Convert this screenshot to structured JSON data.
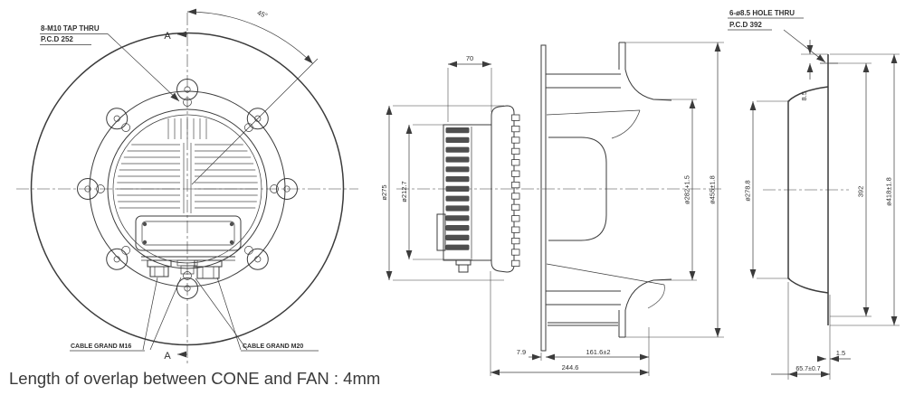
{
  "caption": "Length of overlap between CONE and FAN : 4mm",
  "colors": {
    "line": "#3b3b3b",
    "text": "#2f2f2f",
    "background": "#ffffff"
  },
  "front_view": {
    "tap_label_line1": "8-M10 TAP THRU",
    "tap_label_line2": "P.C.D 252",
    "angle_dim": "45°",
    "section_marker_top": "A",
    "section_marker_bottom": "A",
    "gland_label_left": "CABLE GRAND M16",
    "gland_label_right": "CABLE GRAND M20"
  },
  "side_view": {
    "dim_width_70": "70",
    "dim_dia_275": "ø275",
    "dim_dia_212_7": "ø212.7",
    "dim_dia_282": "ø282+1.5",
    "dim_dia_455": "ø455±1.8",
    "dim_7_9": "7.9",
    "dim_161_6": "161.6±2",
    "dim_244_6": "244.6"
  },
  "cone_view": {
    "hole_label_line1": "6-ø8.5 HOLE THRU",
    "hole_label_line2": "P.C.D 392",
    "dim_8_5": "8.5",
    "dim_dia_278_8": "ø278.8",
    "dim_392": "392",
    "dim_dia_418": "ø418±1.8",
    "dim_1_5": "1.5",
    "dim_65_7": "65.7±0.7"
  }
}
